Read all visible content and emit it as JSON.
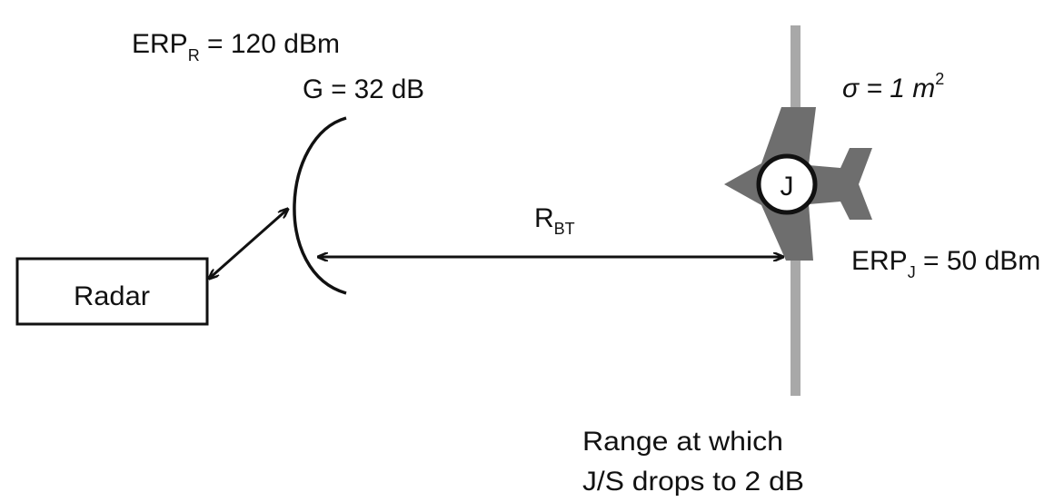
{
  "radar": {
    "label": "Radar"
  },
  "erp_radar": {
    "main": "ERP",
    "sub": "R",
    "rest": " = 120 dBm"
  },
  "gain": {
    "label": "G = 32 dB"
  },
  "rcs": {
    "main": "σ = 1 m",
    "sup": "2"
  },
  "range": {
    "main": "R",
    "sub": "BT"
  },
  "erp_jammer": {
    "main": "ERP",
    "sub": "J",
    "rest": " = 50 dBm"
  },
  "jammer": {
    "label": "J"
  },
  "caption": {
    "line1": "Range at which",
    "line2": "J/S drops to 2 dB"
  },
  "colors": {
    "aircraft": "#6e6e6e",
    "track": "#a8a8a8",
    "ink": "#111111"
  }
}
